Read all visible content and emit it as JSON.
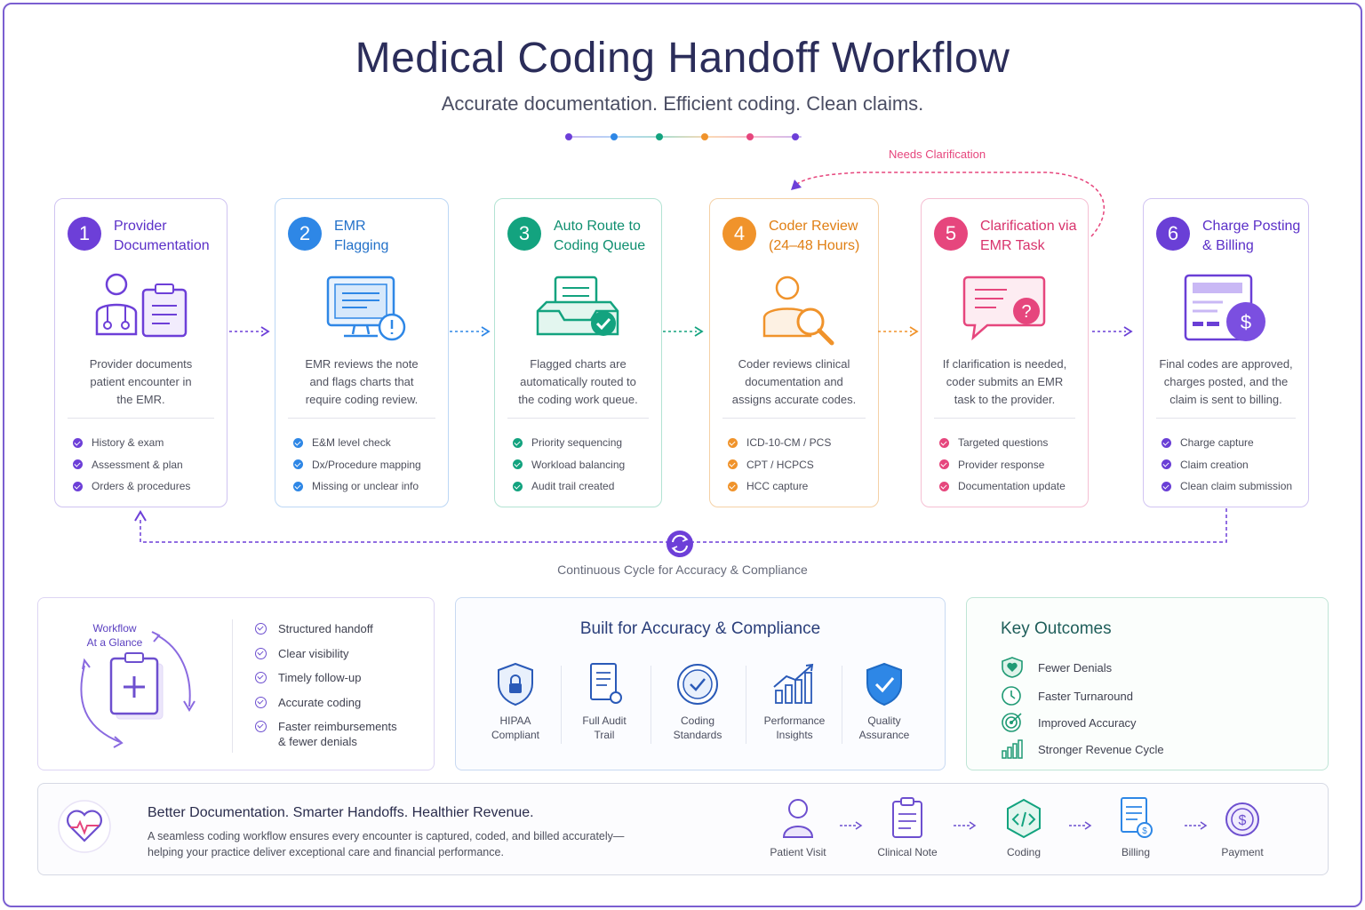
{
  "title": "Medical Coding Handoff Workflow",
  "subtitle": "Accurate documentation. Efficient coding. Clean claims.",
  "colors": {
    "purple": "#6d3fd8",
    "blue": "#2e87e6",
    "teal": "#13a37f",
    "orange": "#f0932b",
    "pink": "#e6467d",
    "violet": "#6a3fd6"
  },
  "feedback_label": "Needs Clarification",
  "cycle_label": "Continuous Cycle for Accuracy & Compliance",
  "steps": [
    {
      "number": "1",
      "title_line1": "Provider",
      "title_line2": "Documentation",
      "icon": "provider-document-icon",
      "desc_line1": "Provider documents",
      "desc_line2": "patient encounter in",
      "desc_line3": "the EMR.",
      "items": [
        "History & exam",
        "Assessment & plan",
        "Orders & procedures"
      ]
    },
    {
      "number": "2",
      "title_line1": "EMR",
      "title_line2": "Flagging",
      "icon": "monitor-alert-icon",
      "desc_line1": "EMR reviews the note",
      "desc_line2": "and flags charts that",
      "desc_line3": "require coding review.",
      "items": [
        "E&M level check",
        "Dx/Procedure mapping",
        "Missing or unclear info"
      ]
    },
    {
      "number": "3",
      "title_line1": "Auto Route to",
      "title_line2": "Coding Queue",
      "icon": "inbox-check-icon",
      "desc_line1": "Flagged charts are",
      "desc_line2": "automatically routed to",
      "desc_line3": "the coding work queue.",
      "items": [
        "Priority sequencing",
        "Workload balancing",
        "Audit trail created"
      ]
    },
    {
      "number": "4",
      "title_line1": "Coder Review",
      "title_line2": "(24–48 Hours)",
      "icon": "coder-search-icon",
      "desc_line1": "Coder reviews clinical",
      "desc_line2": "documentation and",
      "desc_line3": "assigns accurate codes.",
      "items": [
        "ICD-10-CM / PCS",
        "CPT / HCPCS",
        "HCC capture"
      ]
    },
    {
      "number": "5",
      "title_line1": "Clarification via",
      "title_line2": "EMR Task",
      "icon": "chat-question-icon",
      "desc_line1": "If clarification is needed,",
      "desc_line2": "coder submits an EMR",
      "desc_line3": "task to the provider.",
      "items": [
        "Targeted questions",
        "Provider response",
        "Documentation update"
      ]
    },
    {
      "number": "6",
      "title_line1": "Charge Posting",
      "title_line2": "& Billing",
      "icon": "invoice-dollar-icon",
      "desc_line1": "Final codes are approved,",
      "desc_line2": "charges posted, and the",
      "desc_line3": "claim is sent to billing.",
      "items": [
        "Charge capture",
        "Claim creation",
        "Clean claim submission"
      ]
    }
  ],
  "glance": {
    "title_line1": "Workflow",
    "title_line2": "At a Glance",
    "items": [
      "Structured handoff",
      "Clear visibility",
      "Timely follow-up",
      "Accurate coding",
      "Faster reimbursements"
    ],
    "last_item_line2": "& fewer denials"
  },
  "compliance": {
    "title": "Built for Accuracy & Compliance",
    "badges": [
      {
        "line1": "HIPAA",
        "line2": "Compliant",
        "icon": "shield-lock-icon"
      },
      {
        "line1": "Full Audit",
        "line2": "Trail",
        "icon": "audit-document-icon"
      },
      {
        "line1": "Coding",
        "line2": "Standards",
        "icon": "check-circle-icon"
      },
      {
        "line1": "Performance",
        "line2": "Insights",
        "icon": "bar-chart-trend-icon"
      },
      {
        "line1": "Quality",
        "line2": "Assurance",
        "icon": "shield-check-icon"
      }
    ]
  },
  "outcomes": {
    "title": "Key Outcomes",
    "items": [
      {
        "label": "Fewer Denials",
        "icon": "shield-heart-icon"
      },
      {
        "label": "Faster Turnaround",
        "icon": "clock-icon"
      },
      {
        "label": "Improved Accuracy",
        "icon": "target-icon"
      },
      {
        "label": "Stronger Revenue Cycle",
        "icon": "bars-icon"
      }
    ]
  },
  "footer": {
    "title": "Better Documentation. Smarter Handoffs. Healthier Revenue.",
    "text_line1": "A seamless coding workflow ensures every encounter is captured, coded, and billed accurately—",
    "text_line2": "helping your practice deliver exceptional care and financial performance.",
    "flow": [
      {
        "label": "Patient Visit",
        "icon": "patient-icon"
      },
      {
        "label": "Clinical Note",
        "icon": "clipboard-icon"
      },
      {
        "label": "Coding",
        "icon": "code-icon"
      },
      {
        "label": "Billing",
        "icon": "billing-icon"
      },
      {
        "label": "Payment",
        "icon": "dollar-coin-icon"
      }
    ]
  }
}
